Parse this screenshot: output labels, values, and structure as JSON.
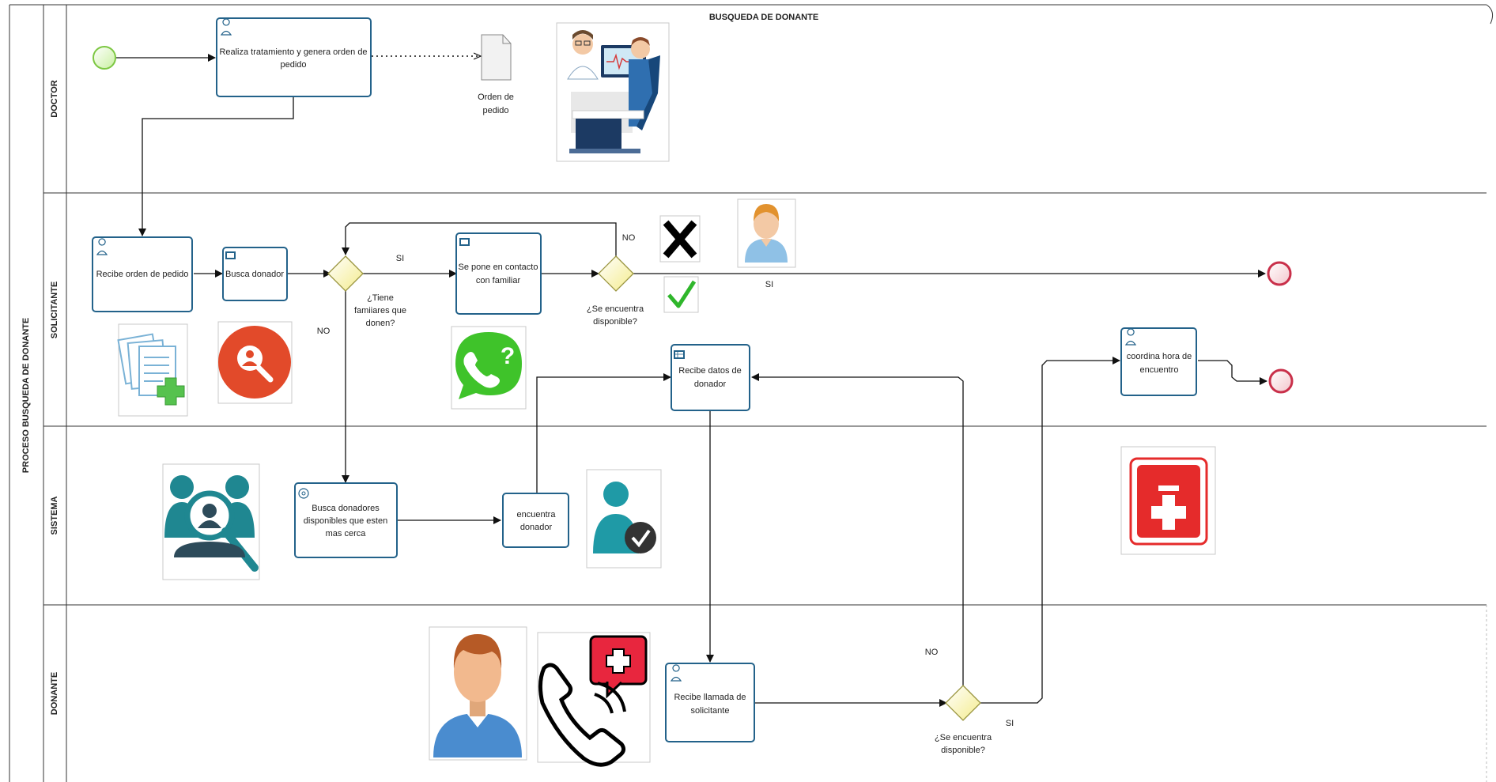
{
  "diagram": {
    "title": "BUSQUEDA DE DONANTE",
    "pool_label": "PROCESO BUSQUEDA DE DONANTE",
    "lanes": {
      "doctor": "DOCTOR",
      "solicitante": "SOLICITANTE",
      "sistema": "SISTEMA",
      "donante": "DONANTE"
    },
    "tasks": {
      "realiza_tratamiento": [
        "Realiza tratamiento y genera orden de",
        "pedido"
      ],
      "recibe_orden": [
        "Recibe orden de pedido"
      ],
      "busca_donador": [
        "Busca donador"
      ],
      "contacto_familiar": [
        "Se pone en contacto",
        "con familiar"
      ],
      "recibe_datos": [
        "Recibe datos de",
        "donador"
      ],
      "coordina_hora": [
        "coordina hora de",
        "encuentro"
      ],
      "busca_donadores": [
        "Busca donadores",
        "disponibles  que esten",
        "mas cerca"
      ],
      "encuentra_donador": [
        "encuentra",
        "donador"
      ],
      "recibe_llamada": [
        "Recibe llamada de",
        "solicitante"
      ]
    },
    "document": [
      "Orden de",
      "pedido"
    ],
    "gateways": {
      "tiene_familiares": [
        "¿Tiene",
        "famiiares que",
        "donen?"
      ],
      "disponible_solicitante": [
        "¿Se encuentra",
        "disponible?"
      ],
      "disponible_donante": [
        "¿Se encuentra",
        "disponible?"
      ]
    },
    "flow_labels": {
      "si_familiares": "SI",
      "no_familiares": "NO",
      "no_loop": "NO",
      "si_solicitante": "SI",
      "no_donante": "NO",
      "si_donante": "SI"
    },
    "icons": {
      "doctor_scene": "doctor-patient-monitor-icon",
      "documents": "medical-documents-icon",
      "search_user": "search-user-icon",
      "phone_question": "phone-question-icon",
      "cross": "cross-mark-icon",
      "check": "check-mark-icon",
      "person_avatar": "person-avatar-icon",
      "people_search": "people-search-icon",
      "user_check": "user-verified-icon",
      "first_aid": "first-aid-kit-icon",
      "donor_portrait": "donor-portrait-icon",
      "phone_medical": "phone-medical-call-icon"
    },
    "colors": {
      "task_border": "#23628a",
      "start_event": "#8fd45a",
      "end_event": "#c9304a",
      "gateway": "#fff9b8"
    }
  }
}
